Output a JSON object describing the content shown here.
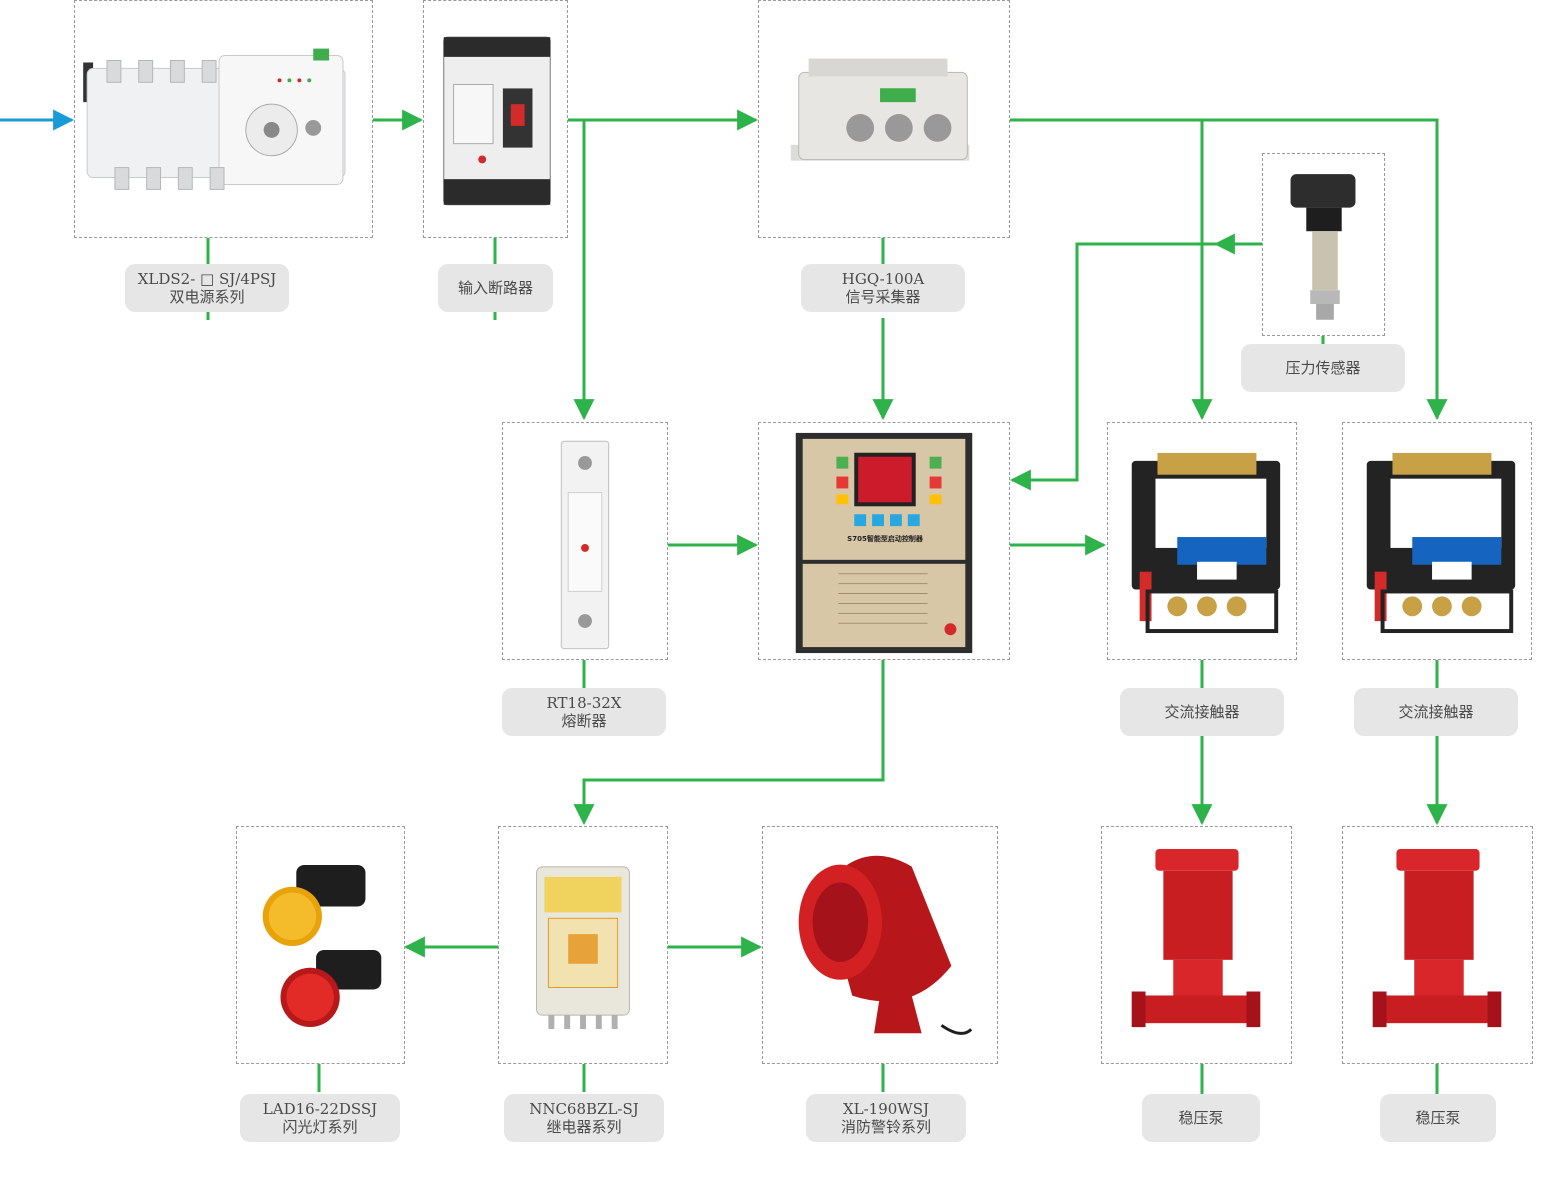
{
  "colors": {
    "wire": "#2db34a",
    "input_arrow": "#1a9ad9",
    "box_border": "#9a9a9a",
    "label_bg": "#e6e6e6",
    "label_text": "#4a4a4a",
    "pump_red": "#d8262b"
  },
  "components": {
    "dual_power": {
      "icon": "transfer-switch-icon",
      "line1": "XLDS2- □ SJ/4PSJ",
      "line2": "双电源系列"
    },
    "input_breaker": {
      "icon": "circuit-breaker-icon",
      "line1": "输入断路器"
    },
    "signal_collector": {
      "icon": "signal-collector-icon",
      "line1": "HGQ-100A",
      "line2": "信号采集器"
    },
    "pressure_sensor": {
      "icon": "pressure-sensor-icon",
      "line1": "压力传感器"
    },
    "fuse": {
      "icon": "fuse-icon",
      "line1": "RT18-32X",
      "line2": "熔断器"
    },
    "controller": {
      "icon": "controller-icon",
      "panel_title": "S705智能型启动控制器"
    },
    "contactor_1": {
      "icon": "contactor-icon",
      "line1": "交流接触器"
    },
    "contactor_2": {
      "icon": "contactor-icon",
      "line1": "交流接触器"
    },
    "flash_lamp": {
      "icon": "flash-lamp-icon",
      "line1": "LAD16-22DSSJ",
      "line2": "闪光灯系列"
    },
    "relay": {
      "icon": "relay-icon",
      "line1": "NNC68BZL-SJ",
      "line2": "继电器系列"
    },
    "alarm_bell": {
      "icon": "alarm-bell-icon",
      "line1": "XL-190WSJ",
      "line2": "消防警铃系列"
    },
    "pump_1": {
      "icon": "pump-icon",
      "line1": "稳压泵"
    },
    "pump_2": {
      "icon": "pump-icon",
      "line1": "稳压泵"
    }
  }
}
